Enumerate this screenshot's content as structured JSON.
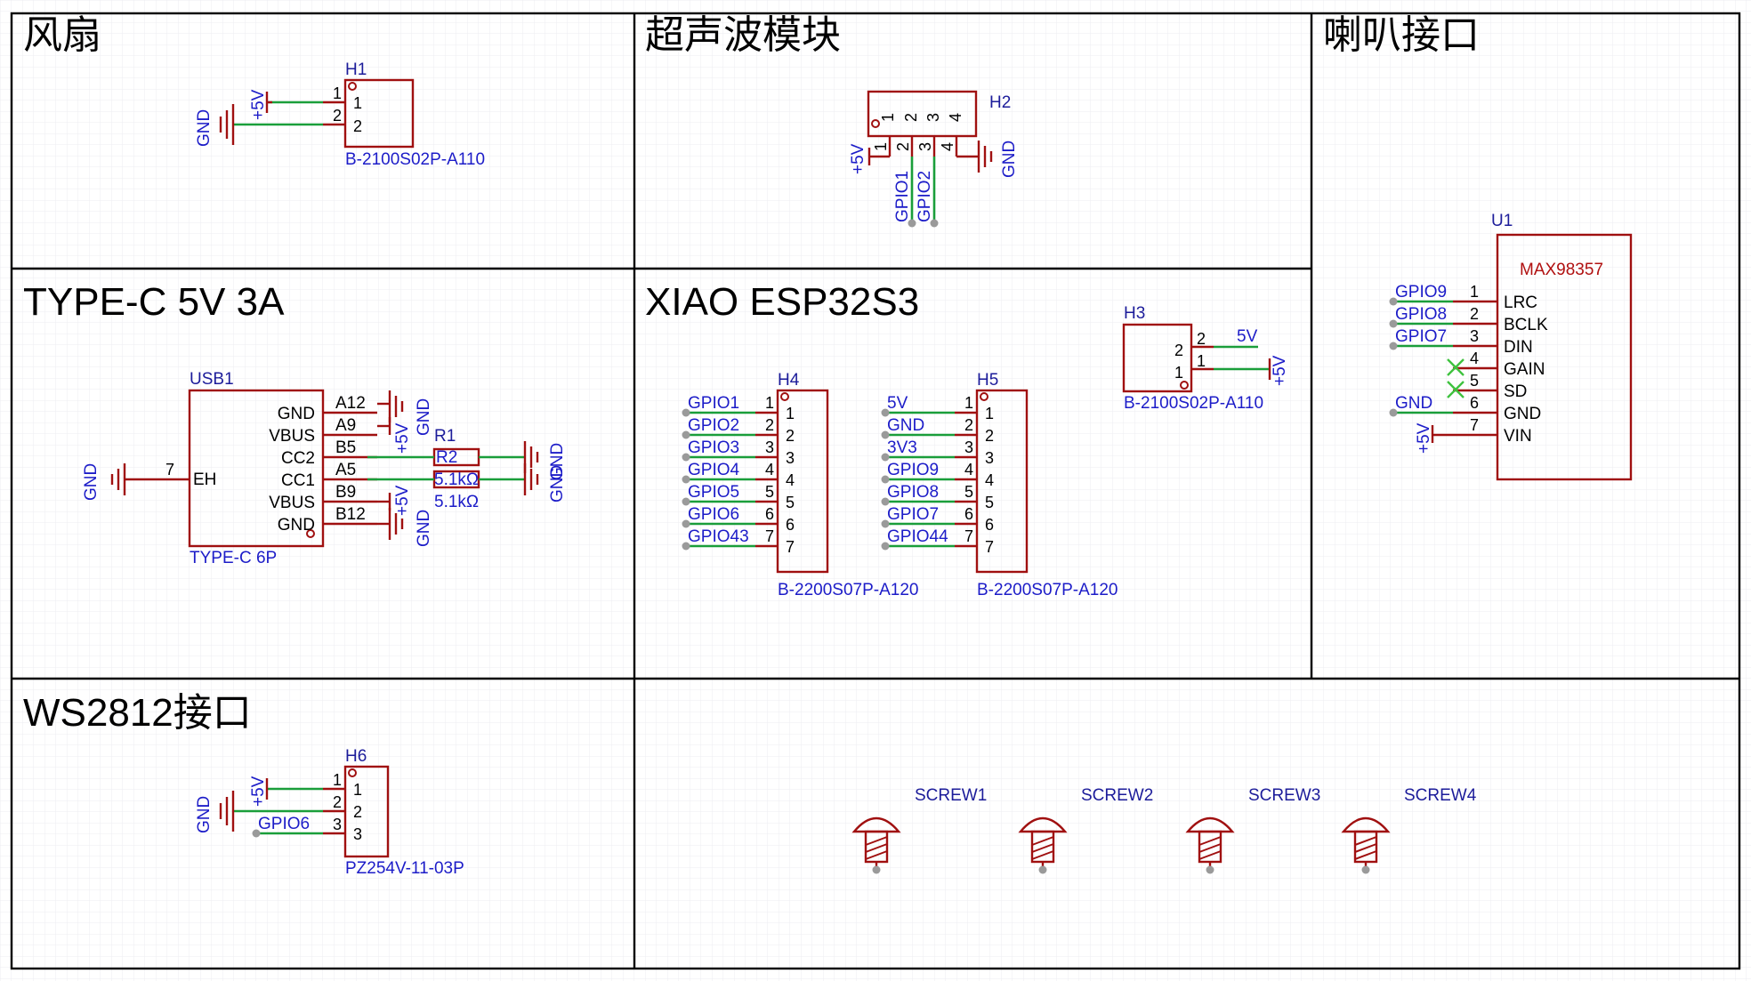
{
  "sections": {
    "fan": "风扇",
    "ultrasonic": "超声波模块",
    "speaker": "喇叭接口",
    "typec": "TYPE-C 5V 3A",
    "xiao": "XIAO ESP32S3",
    "ws2812": "WS2812接口"
  },
  "fan": {
    "ref": "H1",
    "part": "B-2100S02P-A110",
    "pins": [
      "1",
      "2"
    ],
    "net_5v": "+5V",
    "net_gnd": "GND"
  },
  "ultrasonic": {
    "ref": "H2",
    "pins": [
      "1",
      "2",
      "3",
      "4"
    ],
    "net_5v": "+5V",
    "net_gpio1": "GPIO1",
    "net_gpio2": "GPIO2",
    "net_gnd": "GND"
  },
  "speaker": {
    "ref": "U1",
    "chip": "MAX98357",
    "pin_names": [
      "LRC",
      "BCLK",
      "DIN",
      "GAIN",
      "SD",
      "GND",
      "VIN"
    ],
    "pin_numbers": [
      "1",
      "2",
      "3",
      "4",
      "5",
      "6",
      "7"
    ],
    "nets": [
      "GPIO9",
      "GPIO8",
      "GPIO7",
      "GND",
      "+5V"
    ]
  },
  "typec": {
    "ref": "USB1",
    "part": "TYPE-C 6P",
    "pin_names": [
      "GND",
      "VBUS",
      "CC2",
      "CC1",
      "VBUS",
      "GND"
    ],
    "pin_ids": [
      "A12",
      "A9",
      "B5",
      "A5",
      "B9",
      "B12"
    ],
    "eh_label": "EH",
    "eh_num": "7",
    "net_gnd": "GND",
    "net_5v": "+5V",
    "r1_ref": "R1",
    "r2_ref": "R2",
    "r1_value": "5.1kΩ",
    "r2_value": "5.1kΩ"
  },
  "xiao": {
    "h3_ref": "H3",
    "h3_part": "B-2100S02P-A110",
    "h3_pins": [
      "2",
      "1"
    ],
    "h3_net_5v_a": "5V",
    "h3_net_5v_b": "+5V",
    "h4_ref": "H4",
    "h5_ref": "H5",
    "h4_part": "B-2200S07P-A120",
    "h5_part": "B-2200S07P-A120",
    "pins": [
      "1",
      "2",
      "3",
      "4",
      "5",
      "6",
      "7"
    ],
    "h4_nets": [
      "GPIO1",
      "GPIO2",
      "GPIO3",
      "GPIO4",
      "GPIO5",
      "GPIO6",
      "GPIO43"
    ],
    "h5_nets": [
      "5V",
      "GND",
      "3V3",
      "GPIO9",
      "GPIO8",
      "GPIO7",
      "GPIO44"
    ]
  },
  "ws2812": {
    "ref": "H6",
    "part": "PZ254V-11-03P",
    "pins": [
      "1",
      "2",
      "3"
    ],
    "net_5v": "+5V",
    "net_gnd": "GND",
    "net_gpio": "GPIO6"
  },
  "screws": [
    "SCREW1",
    "SCREW2",
    "SCREW3",
    "SCREW4"
  ],
  "colors": {
    "component": "#a01010",
    "wire": "#1a9e3a",
    "net_label": "#1c1cc8",
    "frame": "#000000",
    "grid": "#e9e9ee"
  }
}
